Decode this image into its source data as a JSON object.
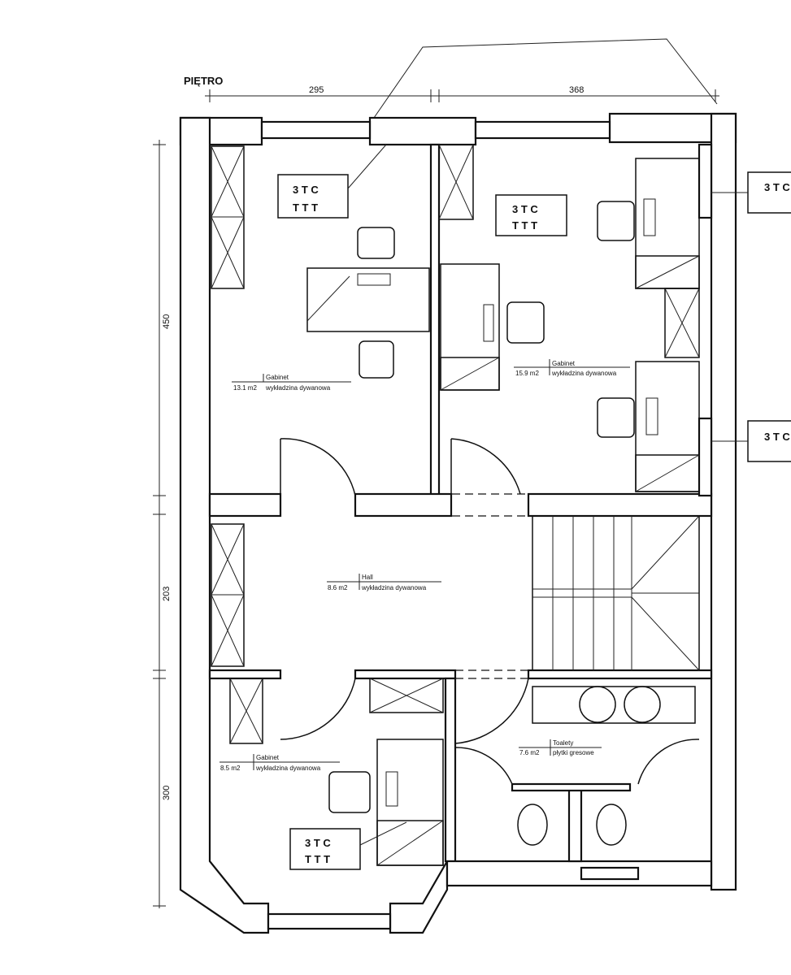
{
  "title": "PIĘTRO",
  "dimensions": {
    "top_left": "295",
    "top_right": "368",
    "left_upper": "450",
    "left_middle": "203",
    "left_lower": "300"
  },
  "rooms": [
    {
      "name": "Gabinet",
      "area": "13.1 m2",
      "floor": "wykładzina dywanowa"
    },
    {
      "name": "Gabinet",
      "area": "15.9 m2",
      "floor": "wykładzina dywanowa"
    },
    {
      "name": "Hall",
      "area": "8.6 m2",
      "floor": "wykładzina dywanowa"
    },
    {
      "name": "Gabinet",
      "area": "8.5 m2",
      "floor": "wykładzina dywanowa"
    },
    {
      "name": "Toalety",
      "area": "7.6 m2",
      "floor": "płytki gresowe"
    }
  ],
  "symbol": {
    "top": "3 T C",
    "bottom": "T T T"
  }
}
